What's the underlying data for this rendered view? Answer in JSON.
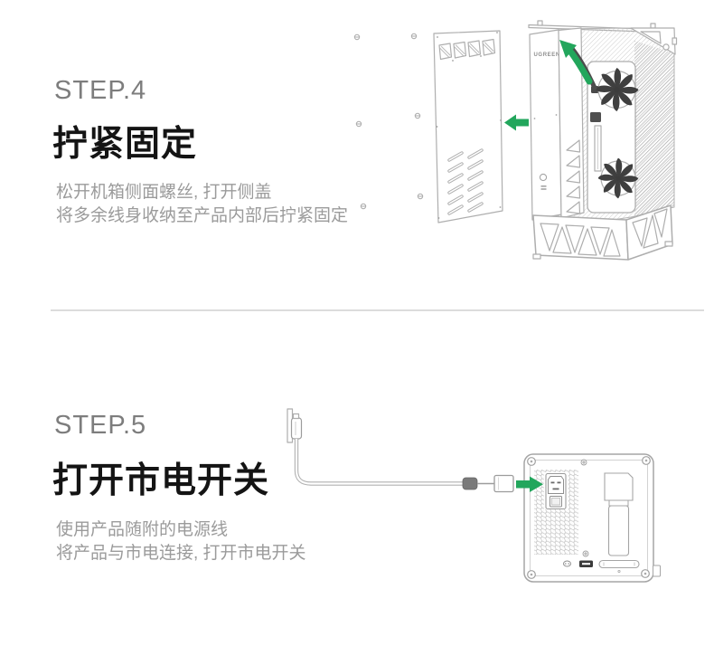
{
  "colors": {
    "accent_green": "#22A65C",
    "line_art": "#aeaeae",
    "divider": "#dcdcdc",
    "step_label": "#7d7d7d",
    "heading": "#141414",
    "description": "#9b9b9b"
  },
  "brand": {
    "logo_text": "UGREEN"
  },
  "steps": [
    {
      "label": "STEP.4",
      "title": "拧紧固定",
      "description_lines": [
        "松开机箱侧面螺丝, 打开侧盖",
        "将多余线身收纳至产品内部后拧紧固定"
      ],
      "illustration": "pc-case-with-gpu-and-removed-side-panel"
    },
    {
      "label": "STEP.5",
      "title": "打开市电开关",
      "description_lines": [
        "使用产品随附的电源线",
        "将产品与市电连接, 打开市电开关"
      ],
      "illustration": "power-cord-from-wall-outlet-to-rear-panel-inlet"
    }
  ]
}
